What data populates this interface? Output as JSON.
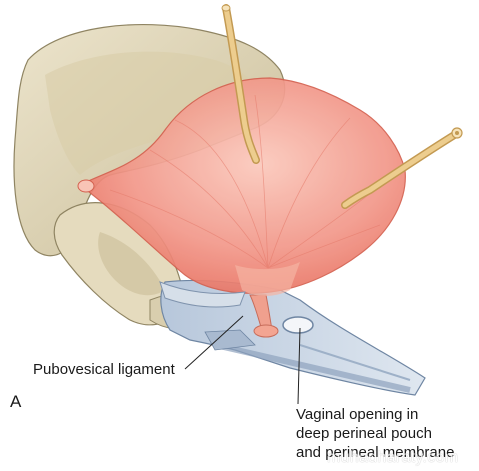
{
  "figure": {
    "panel_letter": "A",
    "labels": {
      "pubovesical": "Pubovesical ligament",
      "vaginal_line1": "Vaginal opening in",
      "vaginal_line2": "deep perineal pouch",
      "vaginal_line3": "and perineal membrane"
    },
    "watermark": "muhadharaty.com"
  },
  "colors": {
    "bone": "#e6dcc0",
    "bone_shadow": "#b3a783",
    "bladder": "#f08a7a",
    "bladder_light": "#f7b8a8",
    "ureter": "#e8c078",
    "membrane": "#c6d3e2"
  }
}
